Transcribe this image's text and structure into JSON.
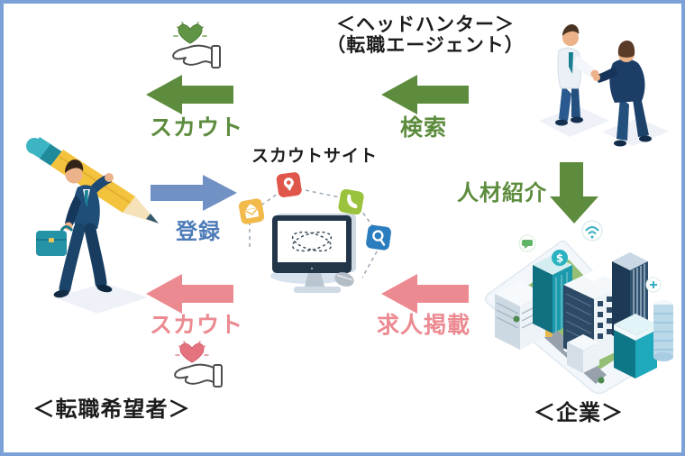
{
  "colors": {
    "frame": "#7ba1d6",
    "green": "#5d8c3e",
    "pink": "#ec8a91",
    "blue_arrow": "#7191c4",
    "blue_text": "#4e7cb8",
    "text_black": "#1c1c1c"
  },
  "actors": {
    "headhunter": {
      "title_line1": "＜ヘッドハンター＞",
      "title_line2": "（転職エージェント）"
    },
    "scout_site": {
      "label": "スカウトサイト"
    },
    "job_seeker": {
      "label": "＜転職希望者＞"
    },
    "company": {
      "label": "＜企業＞"
    }
  },
  "flows": {
    "scout_from_headhunter": {
      "label": "スカウト",
      "direction": "left",
      "color": "green"
    },
    "search": {
      "label": "検索",
      "direction": "left",
      "color": "green"
    },
    "register": {
      "label": "登録",
      "direction": "right",
      "color": "blue"
    },
    "referral": {
      "label": "人材紹介",
      "direction": "down",
      "color": "green"
    },
    "job_posting": {
      "label": "求人掲載",
      "direction": "left",
      "color": "pink"
    },
    "scout_from_company": {
      "label": "スカウト",
      "direction": "left",
      "color": "pink"
    }
  },
  "icons": {
    "heart_hand_top": "hand-offering-heart-green",
    "heart_hand_bottom": "hand-offering-heart-pink",
    "computer": "scout-site-monitor",
    "businessmen": "headhunter-agents-illustration",
    "pencil_man": "job-seeker-with-pencil-illustration",
    "city": "company-city-on-tablet-illustration"
  }
}
